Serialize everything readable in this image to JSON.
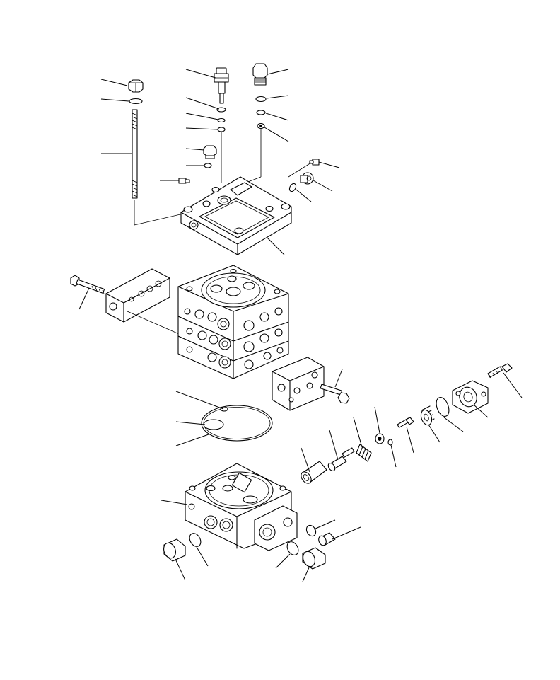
{
  "figure": {
    "type": "exploded-parts-diagram",
    "colors": {
      "line": "#000000",
      "background": "#ffffff"
    },
    "assemblies": [
      "top-cover-assembly",
      "valve-stack-assembly",
      "lower-valve-body-assembly"
    ],
    "callout_labels_visible": false
  }
}
